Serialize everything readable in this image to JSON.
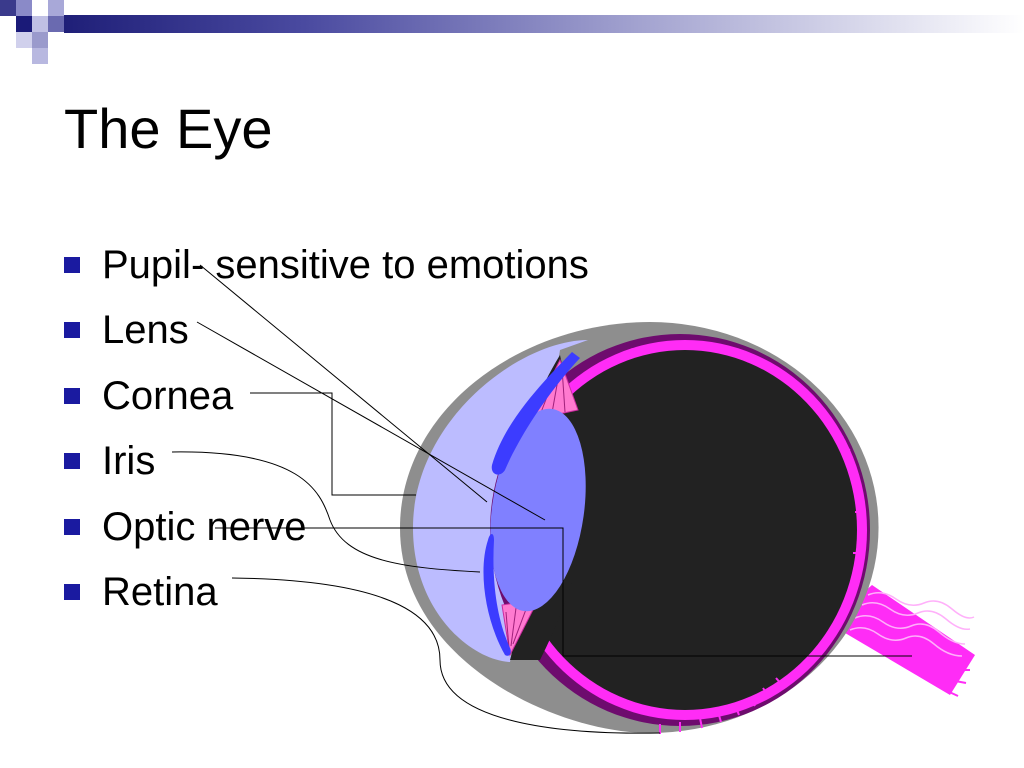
{
  "slide": {
    "title": "The Eye"
  },
  "bullets": [
    {
      "text": "Pupil- sensitive to emotions"
    },
    {
      "text": "Lens"
    },
    {
      "text": "Cornea"
    },
    {
      "text": "Iris"
    },
    {
      "text": "Optic nerve"
    },
    {
      "text": "Retina"
    }
  ],
  "colors": {
    "accent": "#1a1aa0",
    "sclera_gray": "#8e8e8e",
    "eye_interior": "#222222",
    "retina_magenta": "#ff2cf6",
    "choroid_purple": "#6e0c6e",
    "cornea_light": "#bcbcff",
    "lens_blue": "#8080ff",
    "iris_blue": "#3c3cff"
  },
  "icons": {
    "bullet": "square-bullet-icon"
  }
}
